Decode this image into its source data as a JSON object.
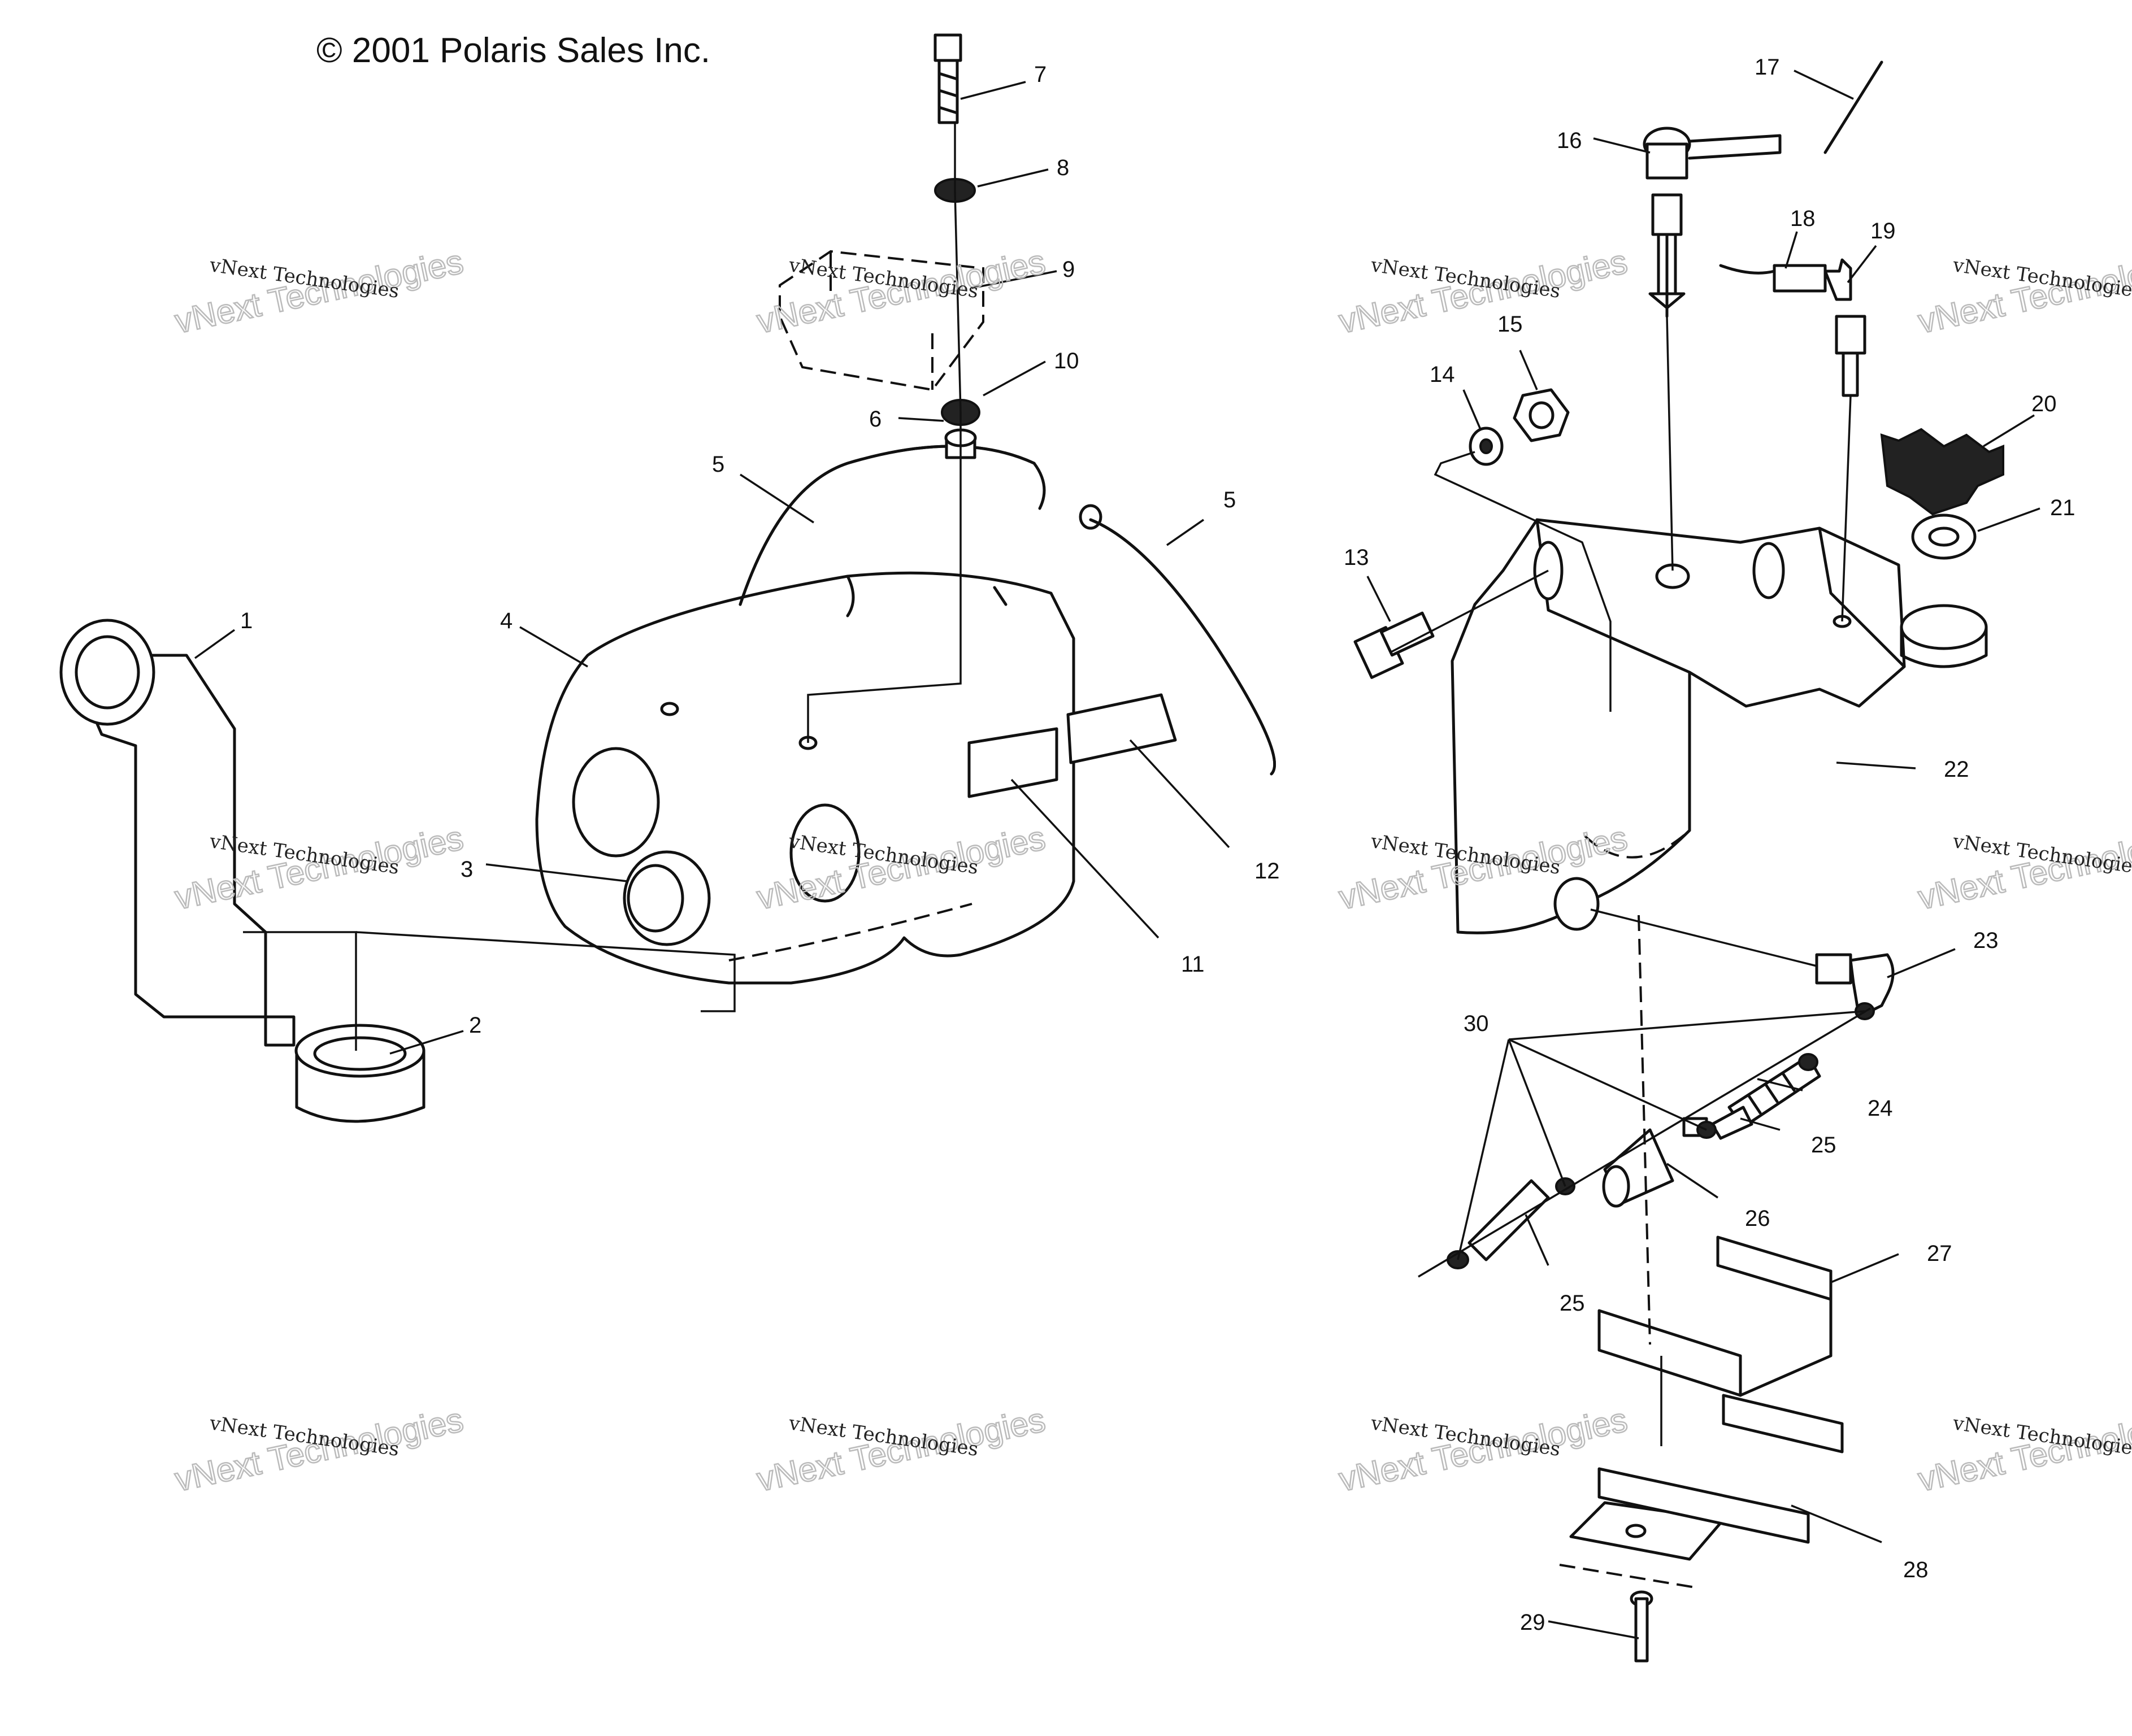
{
  "copyright": "© 2001 Polaris Sales Inc.",
  "watermark": {
    "big": "vNext Technologies",
    "small": "vNext Technologies"
  },
  "callouts": [
    "1",
    "2",
    "3",
    "4",
    "5",
    "5",
    "6",
    "7",
    "8",
    "9",
    "10",
    "11",
    "12",
    "13",
    "14",
    "15",
    "16",
    "17",
    "18",
    "19",
    "20",
    "21",
    "22",
    "23",
    "24",
    "25",
    "25",
    "26",
    "27",
    "28",
    "29",
    "30"
  ]
}
